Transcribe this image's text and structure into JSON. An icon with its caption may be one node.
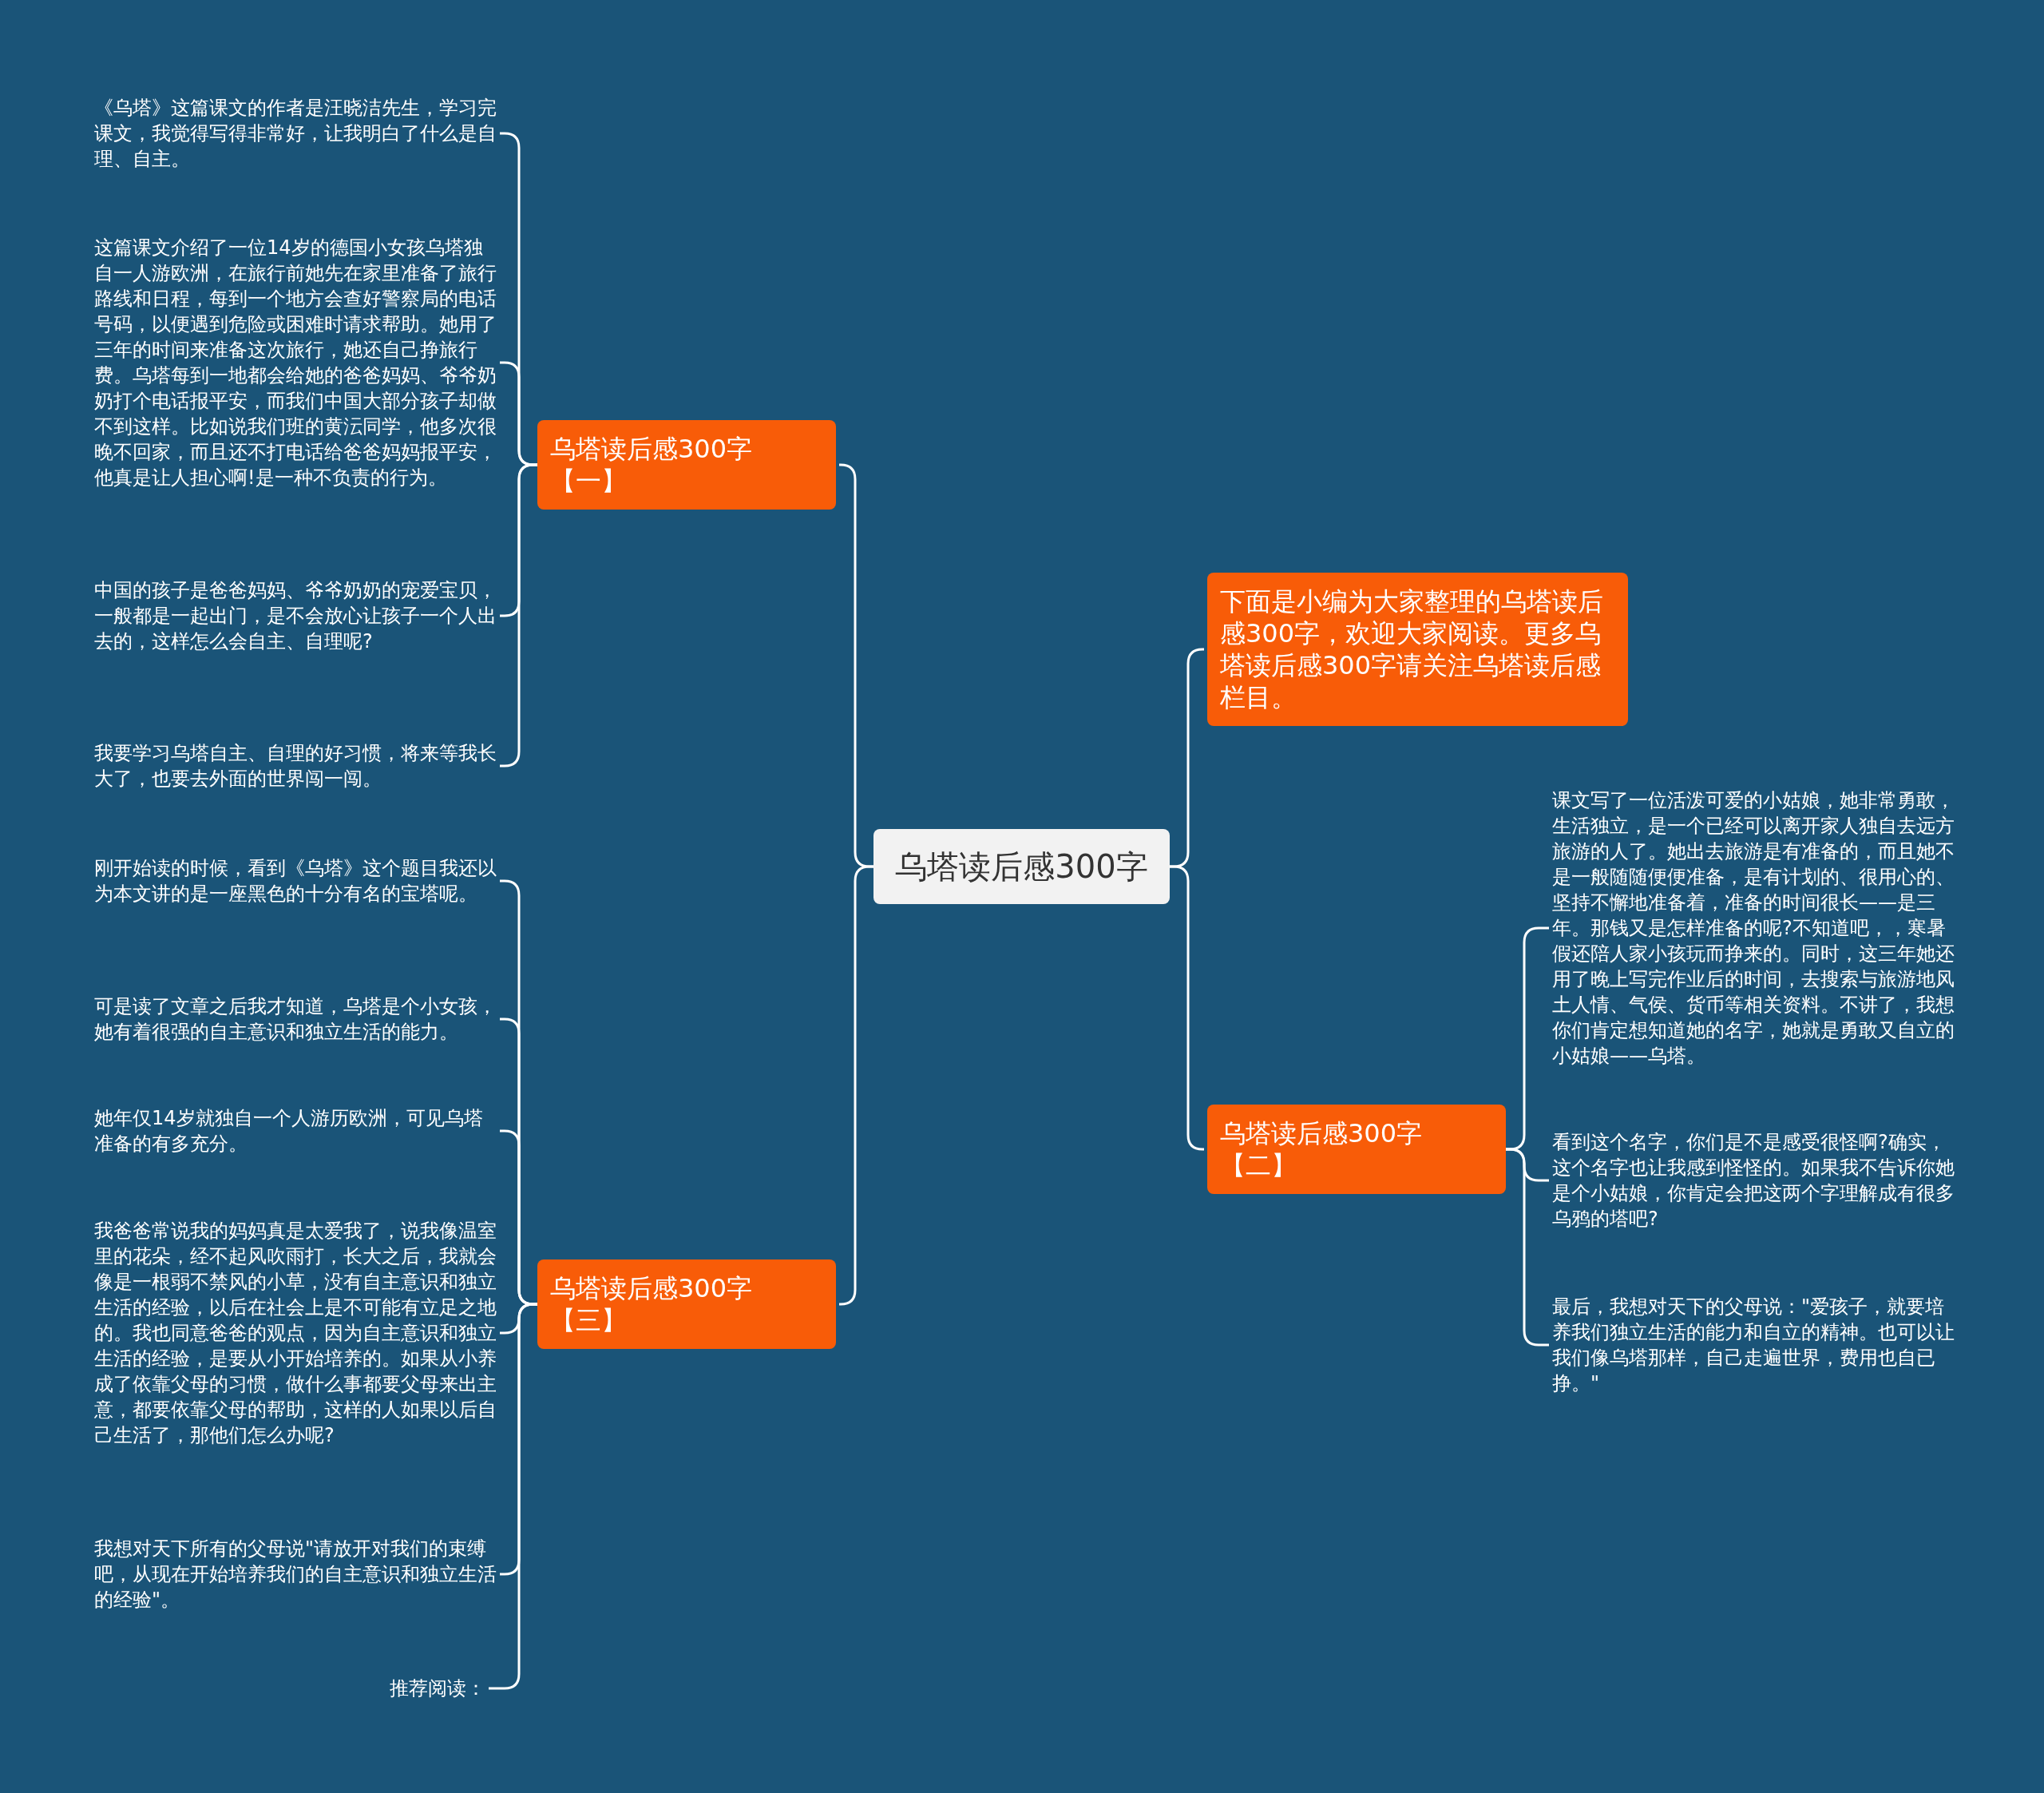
{
  "diagram": {
    "nodes": [
      {
        "text": [
          "乌塔读后感300字"
        ]
      },
      {
        "text": [
          "乌塔读后感300字【一】"
        ]
      },
      {
        "text": [
          "《乌塔》这篇课文的作者是汪晓洁先生，学习完课文，我觉得写得非常好，让我明白了什么是自理、自主。"
        ]
      },
      {
        "text": [
          "这篇课文介绍了一位14岁的德国小女孩乌塔独自一人游欧洲，在旅行前她先在家里准备了旅行路线和日程，每到一个地方会查好警察局的电话号码，以便遇到危险或困难时请求帮助。她用了三年的时间来准备这次旅行，她还自己挣旅行费。乌塔每到一地都会给她的爸爸妈妈、爷爷奶奶打个电话报平安，而我们中国大部分孩子却做不到这样。比如说我们班的黄沄同学，他多次很晚不回家，而且还不打电话给爸爸妈妈报平安，他真是让人担心啊!是一种不负责的行为。"
        ]
      },
      {
        "text": [
          "中国的孩子是爸爸妈妈、爷爷奶奶的宠爱宝贝，一般都是一起出门，是不会放心让孩子一个人出去的，这样怎么会自主、自理呢?"
        ]
      },
      {
        "text": [
          "我要学习乌塔自主、自理的好习惯，将来等我长大了，也要去外面的世界闯一闯。"
        ]
      },
      {
        "text": [
          "下面是小编为大家整理的乌塔读后感300字，欢迎大家阅读。更多乌塔读后感300字请关注乌塔读后感栏目。"
        ]
      },
      {
        "text": [
          "乌塔读后感300字【二】"
        ]
      },
      {
        "text": [
          "课文写了一位活泼可爱的小姑娘，她非常勇敢，生活独立，是一个已经可以离开家人独自去远方旅游的人了。她出去旅游是有准备的，而且她不是一般随随便便准备，是有计划的、很用心的、坚持不懈地准备着，准备的时间很长——是三年。那钱又是怎样准备的呢?不知道吧，，寒暑假还陪人家小孩玩而挣来的。同时，这三年她还用了晚上写完作业后的时间，去搜索与旅游地风土人情、气侯、货币等相关资料。不讲了，我想你们肯定想知道她的名字，她就是勇敢又自立的小姑娘——乌塔。"
        ]
      },
      {
        "text": [
          "看到这个名字，你们是不是感受很怪啊?确实，这个名字也让我感到怪怪的。如果我不告诉你她是个小姑娘，你肯定会把这两个字理解成有很多乌鸦的塔吧?"
        ]
      },
      {
        "text": [
          "最后，我想对天下的父母说：\"爱孩子，就要培养我们独立生活的能力和自立的精神。也可以让我们像乌塔那样，自己走遍世界，费用也自已挣。\""
        ]
      },
      {
        "text": [
          "乌塔读后感300字【三】"
        ]
      },
      {
        "text": [
          "刚开始读的时候，看到《乌塔》这个题目我还以为本文讲的是一座黑色的十分有名的宝塔呢。"
        ]
      },
      {
        "text": [
          "可是读了文章之后我才知道，乌塔是个小女孩，她有着很强的自主意识和独立生活的能力。"
        ]
      },
      {
        "text": [
          "她年仅14岁就独自一个人游历欧洲，可见乌塔准备的有多充分。"
        ]
      },
      {
        "text": [
          "我爸爸常说我的妈妈真是太爱我了，说我像温室里的花朵，经不起风吹雨打，长大之后，我就会像是一根弱不禁风的小草，没有自主意识和独立生活的经验，以后在社会上是不可能有立足之地的。我也同意爸爸的观点，因为自主意识和独立生活的经验，是要从小开始培养的。如果从小养成了依靠父母的习惯，做什么事都要父母来出主意，都要依靠父母的帮助，这样的人如果以后自己生活了，那他们怎么办呢?"
        ]
      },
      {
        "text": [
          "我想对天下所有的父母说\"请放开对我们的束缚吧，从现在开始培养我们的自主意识和独立生活的经验\"。"
        ]
      },
      {
        "text": [
          "推荐阅读："
        ]
      }
    ],
    "edges": [
      {
        "from": 0,
        "to": 1,
        "arrow": "none"
      },
      {
        "from": 1,
        "to": 2,
        "arrow": "none"
      },
      {
        "from": 1,
        "to": 3,
        "arrow": "none"
      },
      {
        "from": 1,
        "to": 4,
        "arrow": "none"
      },
      {
        "from": 1,
        "to": 5,
        "arrow": "none"
      },
      {
        "from": 0,
        "to": 6,
        "arrow": "none"
      },
      {
        "from": 0,
        "to": 7,
        "arrow": "none"
      },
      {
        "from": 7,
        "to": 8,
        "arrow": "none"
      },
      {
        "from": 7,
        "to": 9,
        "arrow": "none"
      },
      {
        "from": 7,
        "to": 10,
        "arrow": "none"
      },
      {
        "from": 0,
        "to": 11,
        "arrow": "none"
      },
      {
        "from": 11,
        "to": 12,
        "arrow": "none"
      },
      {
        "from": 11,
        "to": 13,
        "arrow": "none"
      },
      {
        "from": 11,
        "to": 14,
        "arrow": "none"
      },
      {
        "from": 11,
        "to": 15,
        "arrow": "none"
      },
      {
        "from": 11,
        "to": 16,
        "arrow": "none"
      },
      {
        "from": 11,
        "to": 17,
        "arrow": "none"
      }
    ]
  }
}
